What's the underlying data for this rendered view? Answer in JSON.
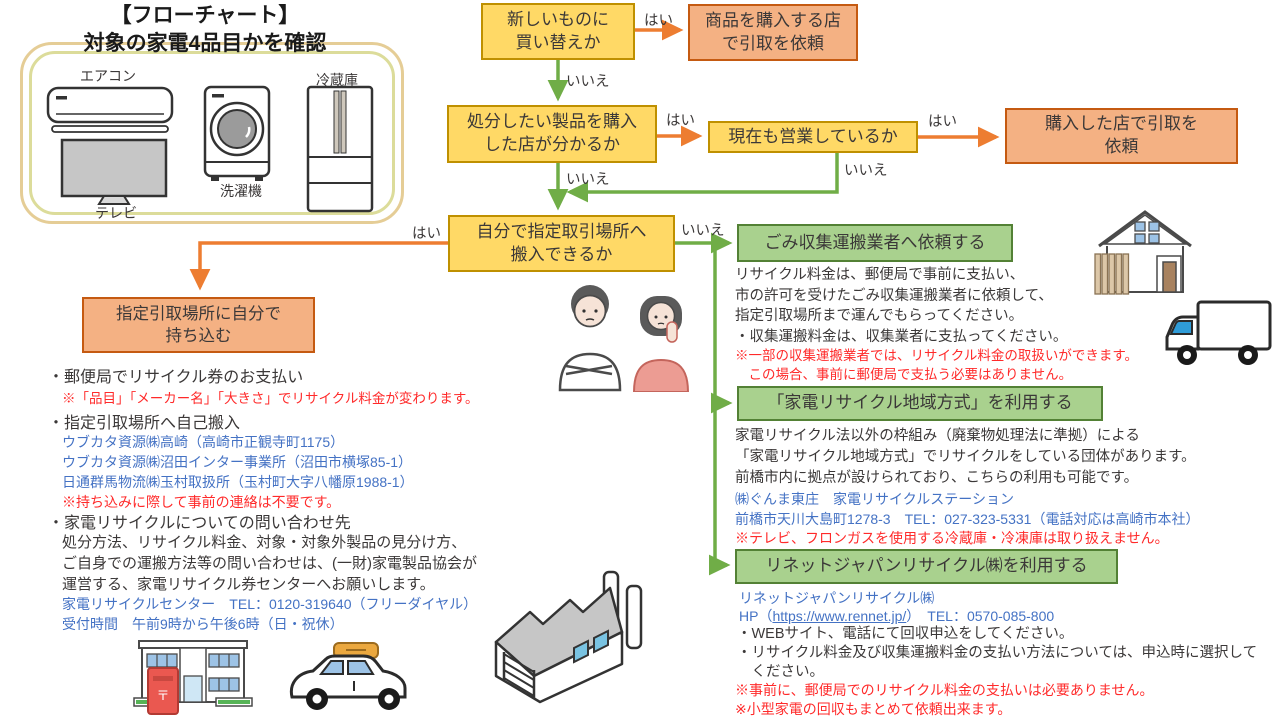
{
  "colors": {
    "yellow_fill": "#FFD966",
    "yellow_border": "#BF9000",
    "orange_fill": "#F4B183",
    "orange_border": "#C55A11",
    "green_fill": "#A9D18E",
    "green_border": "#538135",
    "arrow_orange": "#ED7D31",
    "arrow_green": "#70AD47",
    "text_red": "#FF2A2A",
    "text_blue": "#4472C4"
  },
  "labels": {
    "yes": "はい",
    "no": "いいえ"
  },
  "intro": {
    "title_line1": "【フローチャート】",
    "title_line2": "対象の家電4品目かを確認",
    "appliances": {
      "aircon": "エアコン",
      "tv": "テレビ",
      "washer": "洗濯機",
      "fridge": "冷蔵庫"
    }
  },
  "flow": {
    "q_new": "新しいものに\n買い替えか",
    "r_store_new": "商品を購入する店\nで引取を依頼",
    "q_know_store": "処分したい製品を購入\nした店が分かるか",
    "q_still_open": "現在も営業しているか",
    "r_store_bought": "購入した店で引取を\n依頼",
    "q_self": "自分で指定取引場所へ\n搬入できるか",
    "r_self": "指定引取場所に自分で\n持ち込む"
  },
  "left_notes": {
    "post_title": "・郵便局でリサイクル券のお支払い",
    "post_note": "※「品目」「メーカー名」「大きさ」でリサイクル料金が変わります。",
    "carry_title": "・指定引取場所へ自己搬入",
    "locations": [
      "ウブカタ資源㈱高崎（高崎市正観寺町1175）",
      "ウブカタ資源㈱沼田インター事業所（沼田市横塚85-1）",
      "日通群馬物流㈱玉村取扱所（玉村町大字八幡原1988-1）"
    ],
    "carry_note": "※持ち込みに際して事前の連絡は不要です。",
    "contact_title": "・家電リサイクルについての問い合わせ先",
    "contact_body": "処分方法、リサイクル料金、対象・対象外製品の見分け方、\nご自身での運搬方法等の問い合わせは、(一財)家電製品協会が\n運営する、家電リサイクル券センターへお願いします。",
    "contact_tel": "家電リサイクルセンター　TEL：0120-319640（フリーダイヤル）",
    "contact_hours": "受付時間　午前9時から午後6時（日・祝休）"
  },
  "options": {
    "opt1": {
      "header": "ごみ収集運搬業者へ依頼する",
      "body": "リサイクル料金は、郵便局で事前に支払い、\n市の許可を受けたごみ収集運搬業者に依頼して、\n指定引取場所まで運んでもらってください。\n・収集運搬料金は、収集業者に支払ってください。",
      "note": "※一部の収集運搬業者では、リサイクル料金の取扱いができます。\n　この場合、事前に郵便局で支払う必要はありません。"
    },
    "opt2": {
      "header": "「家電リサイクル地域方式」を利用する",
      "body": "家電リサイクル法以外の枠組み（廃棄物処理法に準拠）による\n「家電リサイクル地域方式」でリサイクルをしている団体があります。\n前橋市内に拠点が設けられており、こちらの利用も可能です。",
      "contact": "㈱ぐんま東庄　家電リサイクルステーション\n前橋市天川大島町1278-3　TEL：027-323-5331（電話対応は高崎市本社）",
      "note": "※テレビ、フロンガスを使用する冷蔵庫・冷凍庫は取り扱えません。"
    },
    "opt3": {
      "header": "リネットジャパンリサイクル㈱を利用する",
      "company": "リネットジャパンリサイクル㈱",
      "hp_prefix": "HP（",
      "hp_url": "https://www.rennet.jp/",
      "hp_suffix": "）　TEL：0570-085-800",
      "body": "・WEBサイト、電話にて回収申込をしてください。\n・リサイクル料金及び収集運搬料金の支払い方法については、申込時に選択して\n　ください。",
      "note": "※事前に、郵便局でのリサイクル料金の支払いは必要ありません。\n※小型家電の回収もまとめて依頼出来ます。"
    }
  },
  "icons": {
    "appliances": [
      "aircon-icon",
      "tv-icon",
      "washer-icon",
      "fridge-icon"
    ],
    "illustrations": [
      "people-thinking-icon",
      "house-icon",
      "truck-icon",
      "post-office-icon",
      "car-icon",
      "factory-icon"
    ]
  }
}
